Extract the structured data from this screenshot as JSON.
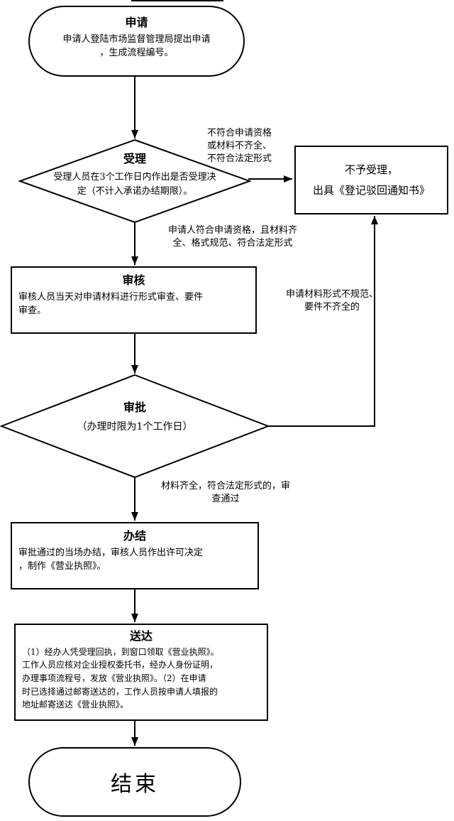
{
  "colors": {
    "line": "#000000",
    "shape_fill": "#ffffff",
    "text": "#000000"
  },
  "nodes": {
    "apply": {
      "type": "terminator",
      "title": "申请",
      "body": "申请人登陆市场监督管理局提出申请\n，生成流程编号。"
    },
    "accept": {
      "type": "decision",
      "title": "受理",
      "body": "受理人员在3个工作日内作出是否受理决\n定（不计入承诺办结期限）。"
    },
    "reject": {
      "type": "process",
      "line1": "不予受理，",
      "line2": "出具《登记驳回通知书》"
    },
    "review": {
      "type": "process",
      "title": "审核",
      "body": "审核人员当天对申请材料进行形式审查、要件\n审查。"
    },
    "approve": {
      "type": "decision",
      "title": "审批",
      "body": "（办理时限为1个工作日）"
    },
    "complete": {
      "type": "process",
      "title": "办结",
      "body": "审批通过的当场办结，审核人员作出许可决定\n，制作《营业执照》。"
    },
    "deliver": {
      "type": "process",
      "title": "送达",
      "body": "（1）经办人凭受理回执，到窗口领取《营业执照》。\n工作人员应核对企业授权委托书，经办人身份证明，\n办理事项流程号，发放《营业执照》。（2）在申请\n时已选择通过邮寄送达的，工作人员按申请人填报的\n地址邮寄送达《营业执照》。"
    },
    "end": {
      "type": "terminator",
      "title": "结束"
    }
  },
  "edge_labels": {
    "accept_to_reject": "不符合申请资格\n或材料不齐全、\n不符合法定形式",
    "accept_to_review": "申请人符合申请资格，且材料齐\n全、格式规范、符合法定形式",
    "approve_to_reject": "申请材料形式不规范、\n要件不齐全的",
    "approve_to_complete": "材料齐全，符合法定形式的，审\n查通过"
  }
}
